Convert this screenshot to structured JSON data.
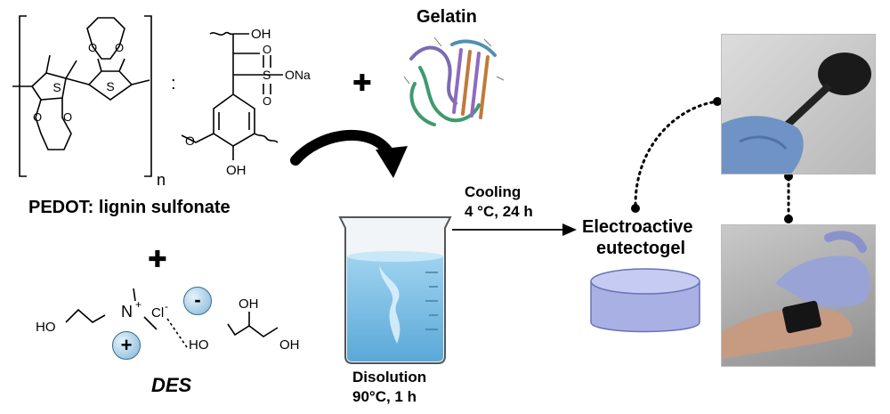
{
  "pedot": {
    "repeat_unit_label": "n",
    "sulfur_label": "S",
    "oxygen_label": "O",
    "colon": ":",
    "caption": "PEDOT: lignin sulfonate"
  },
  "lignin": {
    "hydroxyl_top": "OH",
    "sulfonate_O": "O",
    "sulfur": "S",
    "sulfonate_ONa": "ONa",
    "methoxy_O": "O",
    "phenol_OH": "OH"
  },
  "gelatin": {
    "title": "Gelatin"
  },
  "plus_sign": "✚",
  "des": {
    "caption": "DES",
    "ho_left": "HO",
    "nitrogen": "N",
    "plus_charge": "+",
    "chloride": "Cl",
    "chloride_charge": "-",
    "glycerol_oh_top": "OH",
    "glycerol_ho": "HO",
    "glycerol_oh_right": "OH",
    "bubble_plus": "+",
    "bubble_minus": "-"
  },
  "dissolution": {
    "line1": "Disolution",
    "line2": "90°C, 1 h"
  },
  "cooling": {
    "line1": "Cooling",
    "line2": "4 °C, 24 h"
  },
  "product": {
    "line1": "Electroactive",
    "line2": "eutectogel"
  },
  "icons": [
    "curved-arrow-icon",
    "beaker-icon",
    "protein-ribbon-icon",
    "gel-disc-icon",
    "process-arrow-icon",
    "dotted-connector-icon"
  ]
}
